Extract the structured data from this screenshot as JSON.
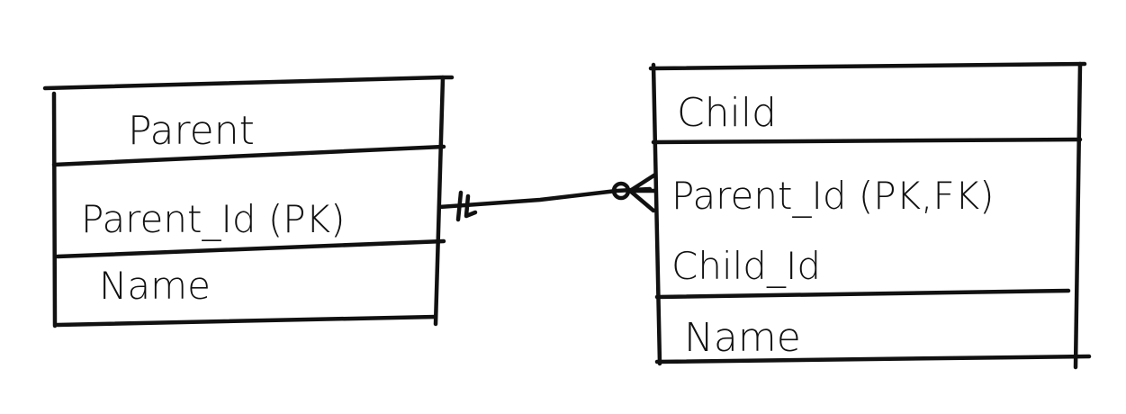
{
  "entities": {
    "parent": {
      "title": "Parent",
      "key_fields": [
        "Parent_Id (PK)"
      ],
      "attributes": [
        "Name"
      ]
    },
    "child": {
      "title": "Child",
      "key_fields": [
        "Parent_Id (PK,FK)",
        "Child_Id"
      ],
      "attributes": [
        "Name"
      ]
    }
  },
  "relationship": {
    "from": "Parent",
    "to": "Child",
    "parent_end": "one and only one",
    "child_end": "zero or many"
  },
  "style": {
    "ink": "#111111",
    "background": "#ffffff"
  }
}
